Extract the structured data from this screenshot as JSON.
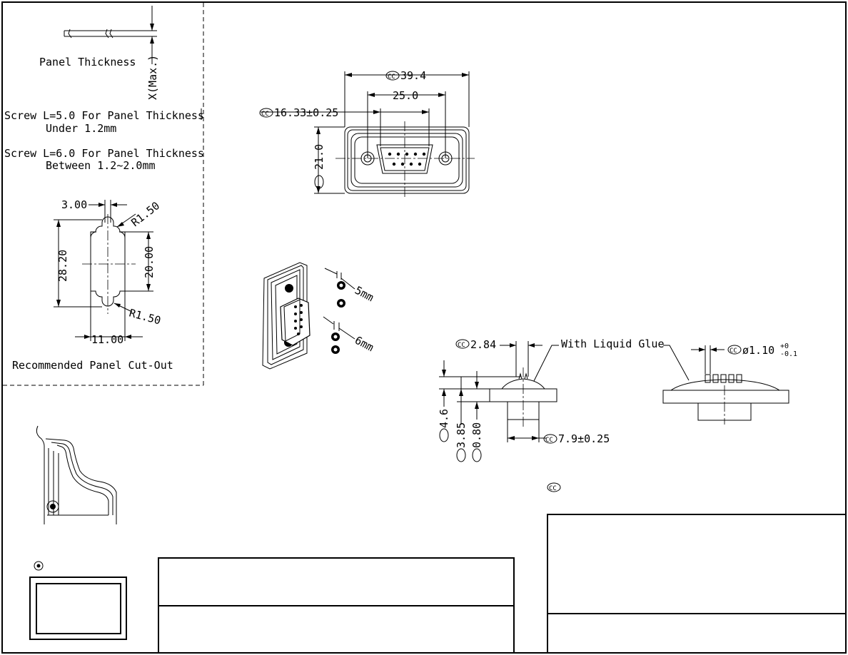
{
  "notes": {
    "panel_thickness": "Panel Thickness",
    "x_max": "X(Max.)",
    "screw_5_line1": "Screw  L=5.0  For  Panel  Thickness",
    "screw_5_line2": "Under  1.2mm",
    "screw_6_line1": "Screw  L=6.0  For  Panel  Thickness",
    "screw_6_line2": "Between  1.2~2.0mm",
    "cutout_caption": "Recommended  Panel  Cut-Out"
  },
  "cutout_dims": {
    "width_small": "3.00",
    "radius_top": "R1.50",
    "height_total": "28.20",
    "height_inner": "20.00",
    "radius_bottom": "R1.50",
    "width_total": "11.00"
  },
  "front_view_dims": {
    "overall_width": "39.4",
    "hole_spacing": "25.0",
    "d_width": "16.33±0.25",
    "height": "21.0"
  },
  "screws": {
    "label_5mm": "5mm",
    "label_6mm": "6mm"
  },
  "side_view_dims": {
    "pin_width": "2.84",
    "glue_note": "With  Liquid  Glue",
    "pin_diameter": "ø1.10",
    "tol_plus": "+0",
    "tol_minus": "-0.1",
    "height_46": "4.6",
    "height_385": "3.85",
    "thickness_080": "0.80",
    "body_width": "7.9±0.25"
  }
}
